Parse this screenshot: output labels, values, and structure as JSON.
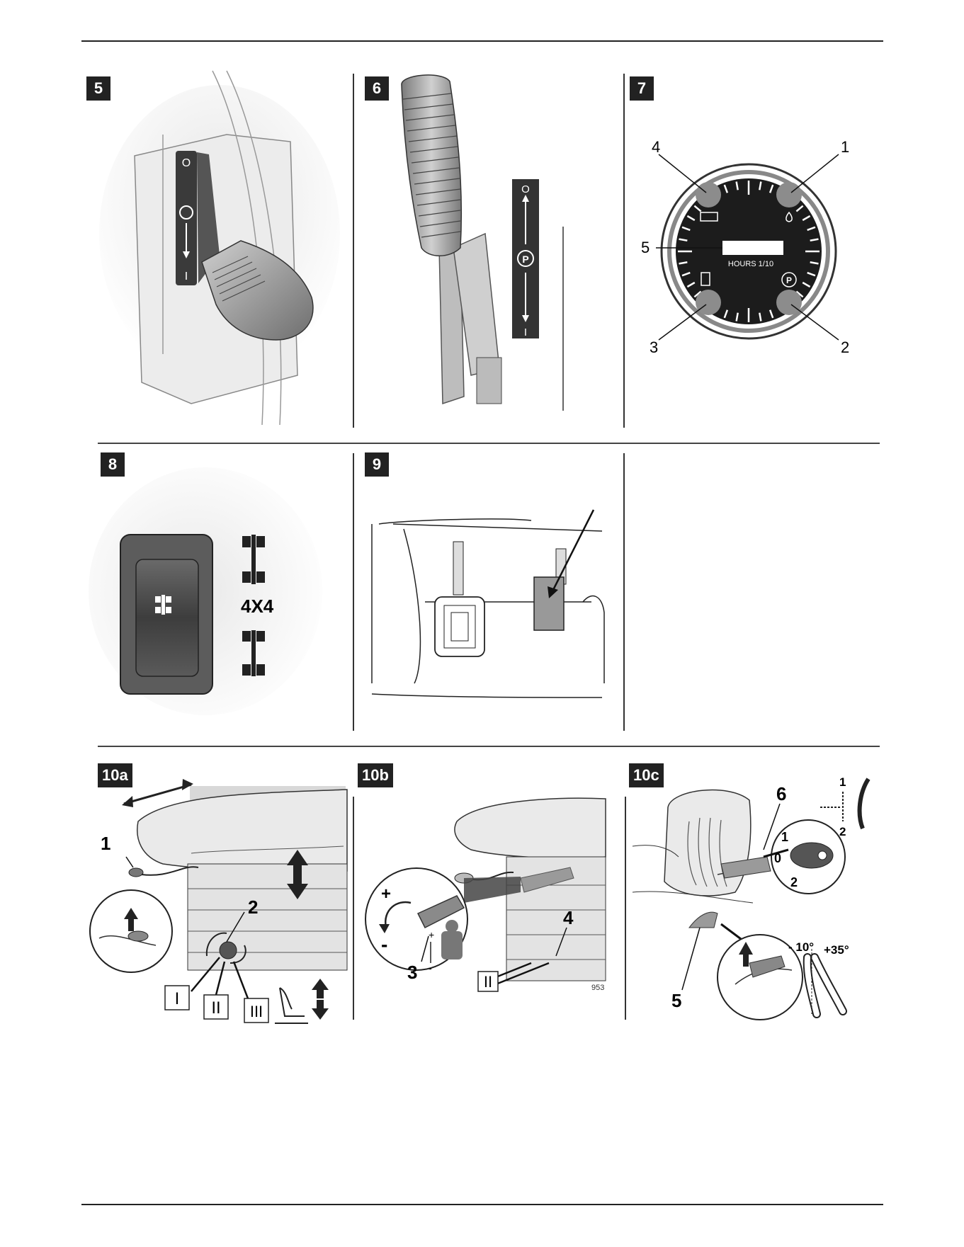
{
  "figures": {
    "f5": {
      "tag": "5",
      "labels": {
        "on": "O",
        "off": "I"
      }
    },
    "f6": {
      "tag": "6",
      "labels": {
        "top": "O",
        "park": "P",
        "bottom": "I"
      }
    },
    "f7": {
      "tag": "7",
      "callouts": [
        "1",
        "2",
        "3",
        "4",
        "5"
      ],
      "gauge_text": "HOURS 1/10",
      "park": "P"
    },
    "f8": {
      "tag": "8",
      "mode_label": "4X4"
    },
    "f9": {
      "tag": "9"
    },
    "f10a": {
      "tag": "10a",
      "callouts": [
        "1",
        "2"
      ],
      "positions": [
        "I",
        "II",
        "III"
      ]
    },
    "f10b": {
      "tag": "10b",
      "callouts": [
        "3",
        "4"
      ],
      "position": "II",
      "plus": "+",
      "minus": "-",
      "code": "953"
    },
    "f10c": {
      "tag": "10c",
      "callouts": [
        "6",
        "5"
      ],
      "rotary": [
        "1",
        "0",
        "2"
      ],
      "dir": [
        "1",
        "2"
      ],
      "angles": [
        "- 10°",
        "+35°"
      ]
    }
  },
  "colors": {
    "ink": "#222222",
    "grey_dark": "#4a4a4a",
    "grey_mid": "#8a8a8a",
    "grey_light": "#d9d9d9"
  }
}
